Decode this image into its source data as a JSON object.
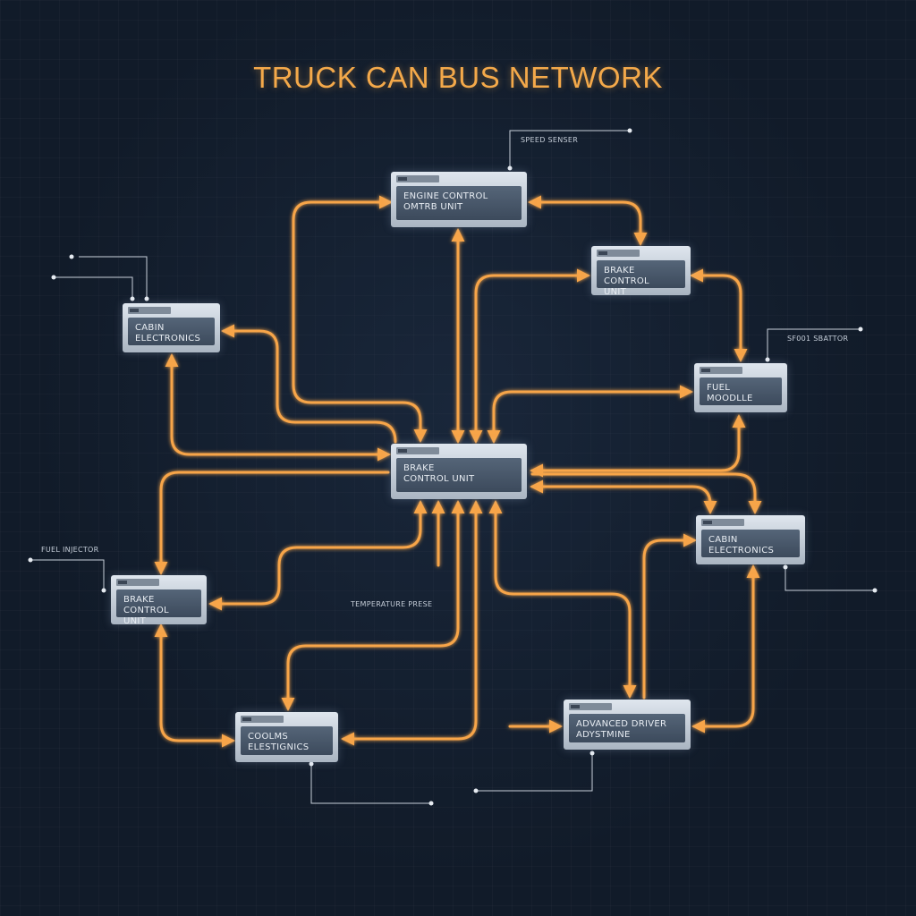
{
  "title": "TRUCK CAN BUS NETWORK",
  "nodes": {
    "ecu": "ENGINE CONTROL\nOMTRB UNIT",
    "brake_top": "BRAKE CONTROL\nUNIT",
    "cabin_left": "CABIN\nELECTRONICS",
    "fuel_module": "FUEL\nMOODLLE",
    "center": "BRAKE\nCONTROL UNIT",
    "cabin_right": "CABIN\nELECTRONICS",
    "brake_left": "BRAKE CONTROL\nUNIT",
    "coolant": "COOLMS\nELESTIGNICS",
    "adas": "ADVANCED DRIVER\nADYSTMINE"
  },
  "labels": {
    "speed_sensor": "SPEED SENSER",
    "right_sensor": "SF001 SBATTOR",
    "fuel_injector": "FUEL INJECTOR",
    "temperature": "TEMPERATURE PRESE"
  },
  "colors": {
    "wire": "#f7a548",
    "lead": "#c8d0da"
  }
}
